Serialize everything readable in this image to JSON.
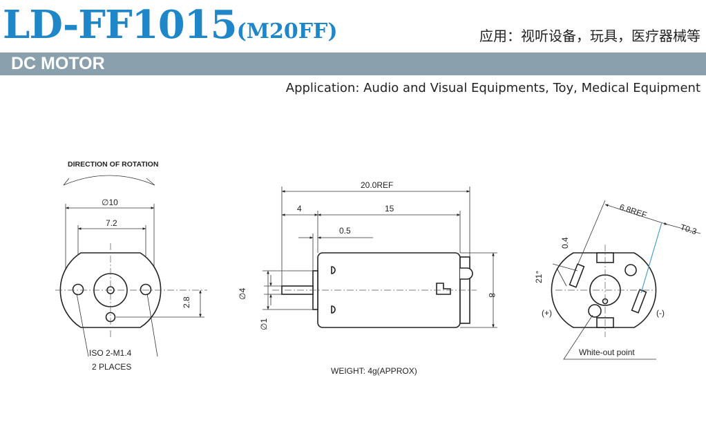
{
  "header": {
    "model": "LD-FF1015",
    "model_alt": "(M20FF)",
    "application_cn": "应用：视听设备，玩具，医疗器械等",
    "category": "DC MOTOR",
    "application_en": "Application: Audio and Visual Equipments, Toy, Medical Equipment"
  },
  "colors": {
    "title_blue": "#1f86c8",
    "band_gray": "#8aa0ac",
    "line": "#222222"
  },
  "front_view": {
    "rotation_label": "DIRECTION OF ROTATION",
    "dim_diameter": "∅10",
    "dim_width": "7.2",
    "dim_offset": "2.8",
    "screw_note_1": "ISO 2-M1.4",
    "screw_note_2": "2 PLACES"
  },
  "side_view": {
    "dim_overall": "20.0REF",
    "dim_front": "4",
    "dim_body": "15",
    "dim_step": "0.5",
    "dim_shaft_dia": "∅1",
    "dim_boss_dia": "∅4",
    "dim_height": "8",
    "weight": "WEIGHT: 4g(APPROX)"
  },
  "rear_view": {
    "dim_terminal": "6.8REF",
    "dim_thickness": "T0.3",
    "dim_width": "0.4",
    "dim_angle": "21°",
    "plus_label": "(+)",
    "minus_label": "(-)",
    "white_point": "White-out point"
  }
}
